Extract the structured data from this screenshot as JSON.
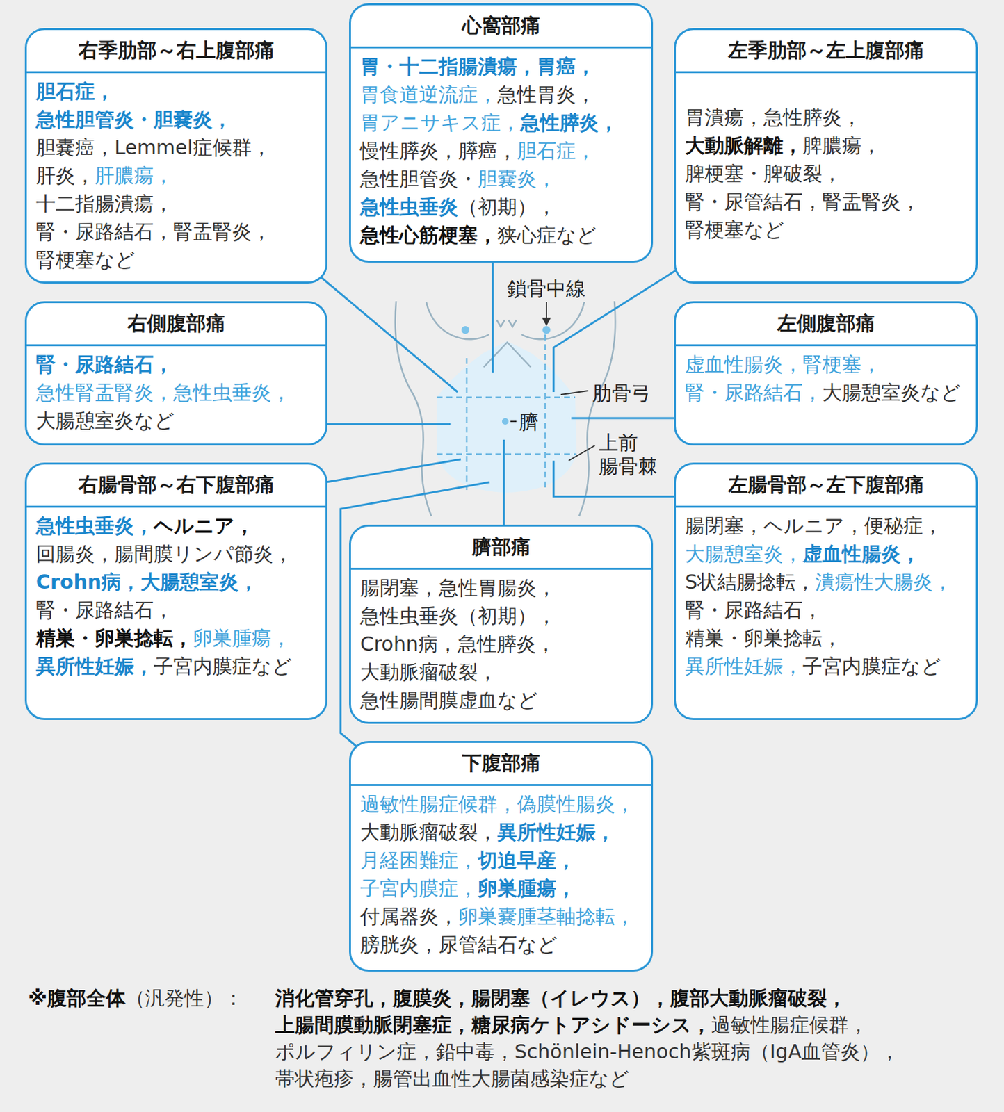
{
  "diagram": {
    "nodes": [
      {
        "text": [
          "右季肋部～右上腹部痛",
          "胆石症，",
          "急性胆管炎・胆嚢炎，",
          "胆嚢癌，Lemmel症候群，",
          "肝炎，",
          "肝膿瘍，",
          "十二指腸潰瘍，",
          "腎・尿路結石，腎盂腎炎，",
          "腎梗塞など"
        ]
      },
      {
        "text": [
          "心窩部痛",
          "胃・十二指腸潰瘍，胃癌，",
          "胃食道逆流症，",
          "急性胃炎，",
          "胃アニサキス症，",
          "急性膵炎，",
          "慢性膵炎，膵癌，",
          "胆石症，",
          "急性胆管炎・",
          "胆嚢炎，",
          "急性虫垂炎",
          "（初期），",
          "急性心筋梗塞，",
          "狭心症など"
        ]
      },
      {
        "text": [
          "左季肋部～左上腹部痛",
          "胃潰瘍，急性膵炎，",
          "大動脈解離，",
          "脾膿瘍，",
          "脾梗塞・脾破裂，",
          "腎・尿管結石，腎盂腎炎，",
          "腎梗塞など"
        ]
      },
      {
        "text": [
          "右側腹部痛",
          "腎・尿路結石，",
          "急性腎盂腎炎，急性虫垂炎，",
          "大腸憩室炎など"
        ]
      },
      {
        "text": [
          "左側腹部痛",
          "虚血性腸炎，腎梗塞，",
          "腎・尿路結石，",
          "大腸憩室炎など"
        ]
      },
      {
        "text": [
          "右腸骨部～右下腹部痛",
          "急性虫垂炎，",
          "ヘルニア，",
          "回腸炎，腸間膜リンパ節炎，",
          "Crohn病，大腸憩室炎，",
          "腎・尿路結石，",
          "精巣・卵巣捻転，",
          "卵巣腫瘍，",
          "異所性妊娠，",
          "子宮内膜症など"
        ]
      },
      {
        "text": [
          "左腸骨部～左下腹部痛",
          "腸閉塞，ヘルニア，便秘症，",
          "大腸憩室炎，",
          "虚血性腸炎，",
          "S状結腸捻転，",
          "潰瘍性大腸炎，",
          "腎・尿路結石，",
          "精巣・卵巣捻転，",
          "異所性妊娠，",
          "子宮内膜症など"
        ]
      },
      {
        "text": [
          "臍部痛",
          "腸閉塞，急性胃腸炎，",
          "急性虫垂炎（初期），",
          "Crohn病，急性膵炎，",
          "大動脈瘤破裂，",
          "急性腸間膜虚血など"
        ]
      },
      {
        "text": [
          "下腹部痛",
          "過敏性腸症候群，偽膜性腸炎，",
          "大動脈瘤破裂，",
          "異所性妊娠，",
          "月経困難症，",
          "切迫早産，",
          "子宮内膜症，",
          "卵巣腫瘍，",
          "付属器炎，",
          "卵巣嚢腫茎軸捻転，",
          "膀胱炎，尿管結石など"
        ]
      }
    ],
    "labels": [
      "鎖骨中線",
      "肋骨弓",
      "臍",
      "上前 腸骨棘",
      "※腹部全体",
      "（汎発性）：",
      "消化管穿孔，腹膜炎，腸閉塞（イレウス），腹部大動脈瘤破裂，",
      "上腸間膜動脈閉塞症，糖尿病ケトアシドーシス，",
      "過敏性腸症候群，",
      "ポルフィリン症，鉛中毒，Schönlein-Henoch紫斑病（IgA血管炎），",
      "帯状疱疹，腸管出血性大腸菌感染症など"
    ]
  }
}
